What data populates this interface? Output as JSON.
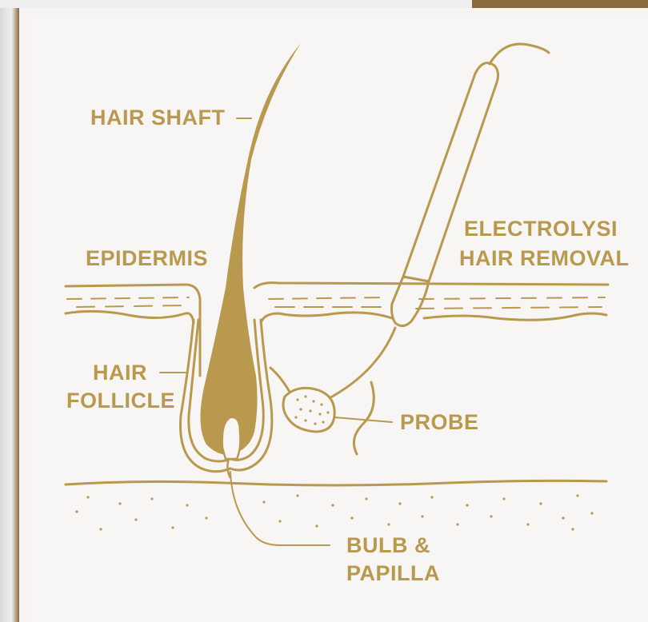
{
  "colors": {
    "gold": "#b8994e",
    "frame": "#8a6a3a",
    "paper": "#f7f6f4"
  },
  "labels": {
    "hair_shaft": "HAIR SHAFT",
    "epidermis": "EPIDERMIS",
    "hair_follicle_line1": "HAIR",
    "hair_follicle_line2": "FOLLICLE",
    "electrolysis_line1": "ELECTROLYSI",
    "electrolysis_line2": "HAIR REMOVAL",
    "probe": "PROBE",
    "bulb_line1": "BULB &",
    "bulb_line2": "PAPILLA"
  }
}
